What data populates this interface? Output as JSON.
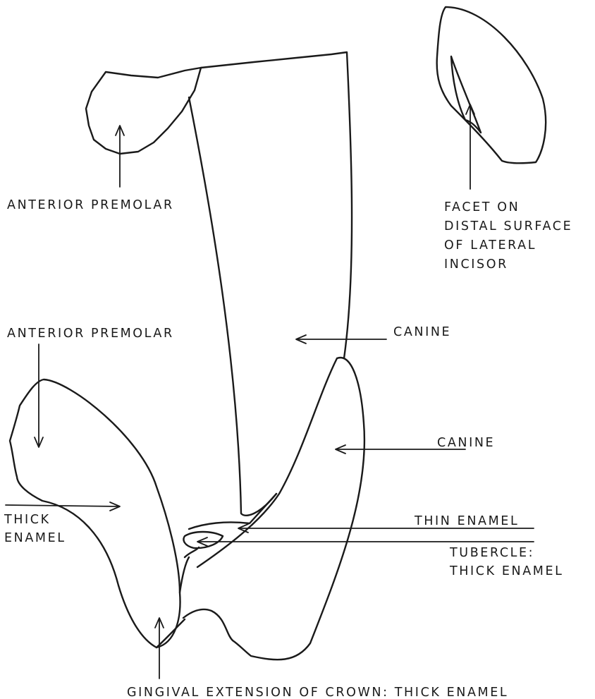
{
  "labels": {
    "anterior_premolar_top": "ANTERIOR PREMOLAR",
    "facet": [
      "FACET ON",
      "DISTAL SURFACE",
      "OF LATERAL",
      "INCISOR"
    ],
    "anterior_premolar_mid": "ANTERIOR PREMOLAR",
    "canine_upper": "CANINE",
    "canine_lower": "CANINE",
    "thick_enamel": [
      "THICK",
      "ENAMEL"
    ],
    "thin_enamel": "THIN ENAMEL",
    "tubercle": [
      "TUBERCLE:",
      "THICK ENAMEL"
    ],
    "gingival": "GINGIVAL EXTENSION OF CROWN: THICK ENAMEL"
  }
}
